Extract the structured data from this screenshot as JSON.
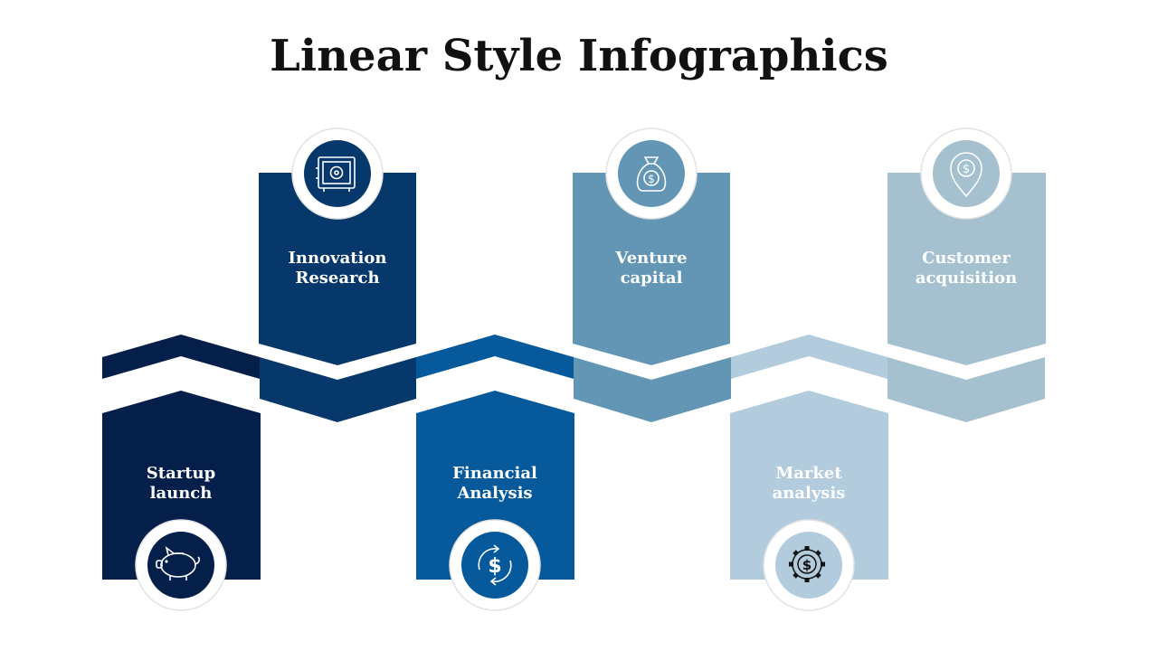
{
  "title": "Linear Style Infographics",
  "colors": [
    "#041f4a",
    "#07386b",
    "#06599a",
    "#6396b4",
    "#b2cbdd",
    "#a5c1d0"
  ],
  "steps": [
    {
      "line1": "Startup",
      "line2": "launch",
      "icon": "piggy-bank-icon"
    },
    {
      "line1": "Innovation",
      "line2": "Research",
      "icon": "safe-icon"
    },
    {
      "line1": "Financial",
      "line2": "Analysis",
      "icon": "dollar-cycle-icon"
    },
    {
      "line1": "Venture",
      "line2": "capital",
      "icon": "money-bag-icon"
    },
    {
      "line1": "Market",
      "line2": "analysis",
      "icon": "dollar-gear-icon"
    },
    {
      "line1": "Customer",
      "line2": "acquisition",
      "icon": "dollar-location-icon"
    }
  ]
}
